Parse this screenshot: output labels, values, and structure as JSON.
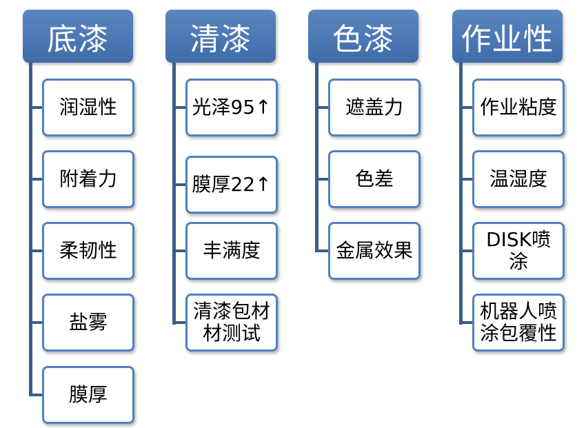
{
  "columns": [
    {
      "title": "底漆",
      "items": [
        "润湿性",
        "附着力",
        "柔韧性",
        "盐雾",
        "膜厚"
      ]
    },
    {
      "title": "清漆",
      "items": [
        "光泽95↑",
        "膜厚22↑",
        "丰满度",
        "清漆包材材测试"
      ]
    },
    {
      "title": "色漆",
      "items": [
        "遮盖力",
        "色差",
        "金属效果"
      ]
    },
    {
      "title": "作业性",
      "items": [
        "作业粘度",
        "温湿度",
        "DISK喷涂",
        "机器人喷涂包覆性"
      ]
    }
  ],
  "colors": {
    "header_fill": "#4f81bd",
    "node_border": "#4f81bd",
    "connector": "#3b5d87"
  }
}
